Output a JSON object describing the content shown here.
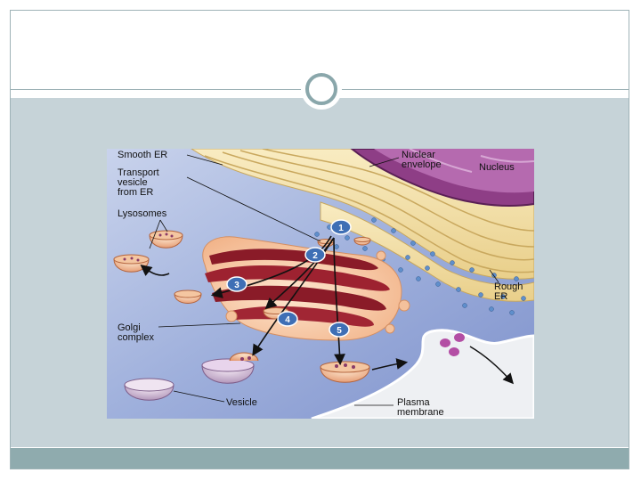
{
  "slide": {
    "title": "",
    "colors": {
      "content_bg": "#c6d3d8",
      "footer": "#8fabae",
      "accent_ring": "#8aa7ab"
    }
  },
  "figure": {
    "labels": {
      "smooth_er": "Smooth ER",
      "transport_vesicle_1": "Transport",
      "transport_vesicle_2": "vesicle",
      "transport_vesicle_3": "from ER",
      "lysosomes": "Lysosomes",
      "nuclear_envelope_1": "Nuclear",
      "nuclear_envelope_2": "envelope",
      "nucleus": "Nucleus",
      "rough_er_1": "Rough",
      "rough_er_2": "ER",
      "golgi_1": "Golgi",
      "golgi_2": "complex",
      "vesicle": "Vesicle",
      "plasma_membrane_1": "Plasma",
      "plasma_membrane_2": "membrane"
    },
    "steps": [
      "1",
      "2",
      "3",
      "4",
      "5"
    ]
  }
}
